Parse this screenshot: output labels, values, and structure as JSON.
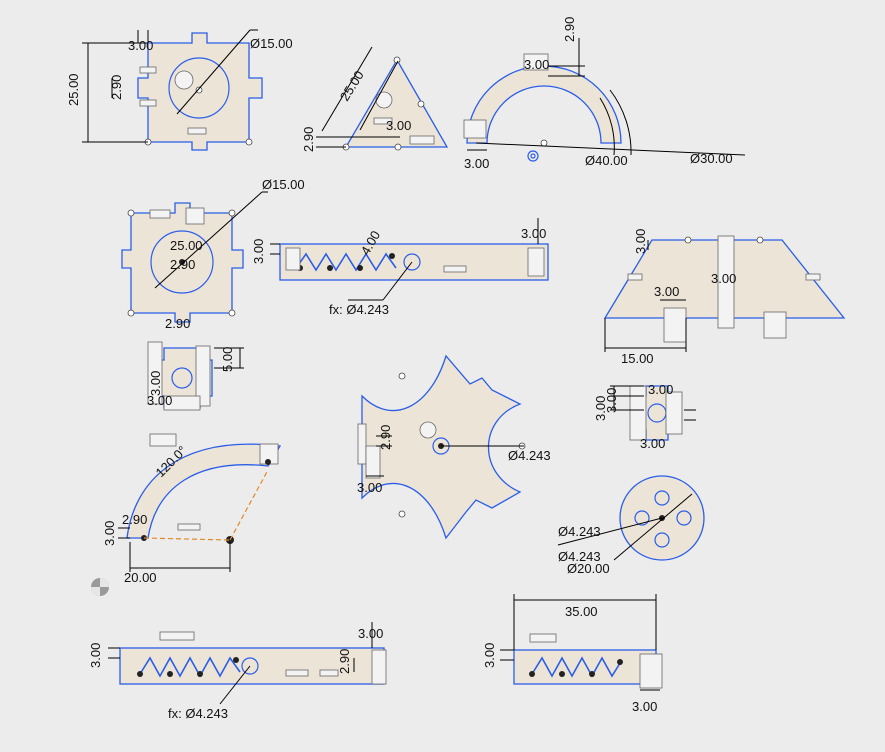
{
  "colors": {
    "background": "#ececec",
    "part_fill": "#ede4d8",
    "sketch_line": "#2a5ee8",
    "dimension": "#000000",
    "construction_line": "#e08a2a"
  },
  "dims": {
    "sq_top_d15": "Ø15.00",
    "sq_top_300": "3.00",
    "sq_top_25": "25.00",
    "sq_top_290": "2.90",
    "tri_25": "25.00",
    "tri_290": "2.90",
    "tri_300": "3.00",
    "arc_290": "2.90",
    "arc_300_top": "3.00",
    "arc_300_bot": "3.00",
    "arc_d40": "Ø40.00",
    "arc_d30": "Ø30.00",
    "sq2_d15": "Ø15.00",
    "sq2_25": "25.00",
    "sq2_290_mid": "2.90",
    "sq2_290_bot": "2.90",
    "bar1_300_left": "3.00",
    "bar1_4": "4.00",
    "bar1_300_right": "3.00",
    "bar1_fx": "fx: Ø4.243",
    "trap_300_left": "3.00",
    "trap_300_right": "3.00",
    "trap_300_mid": "3.00",
    "trap_15": "15.00",
    "cross_500": "5.00",
    "cross_300_a": "3.00",
    "cross_300_b": "3.00",
    "star_290": "2.90",
    "star_300": "3.00",
    "star_d": "Ø4.243",
    "small_300_a": "3.00",
    "small_300_b": "3.00",
    "small_300_c": "3.00",
    "small_300_d": "3.00",
    "curve_290": "2.90",
    "curve_300": "3.00",
    "curve_120": "120.0°",
    "curve_20": "20.00",
    "circ_d1": "Ø4.243",
    "circ_d2": "Ø4.243",
    "circ_d20": "Ø20.00",
    "bar2_300_left": "3.00",
    "bar2_290": "2.90",
    "bar2_300_right": "3.00",
    "bar2_fx": "fx: Ø4.243",
    "bar3_35": "35.00",
    "bar3_300_left": "3.00",
    "bar3_300_right": "3.00"
  }
}
